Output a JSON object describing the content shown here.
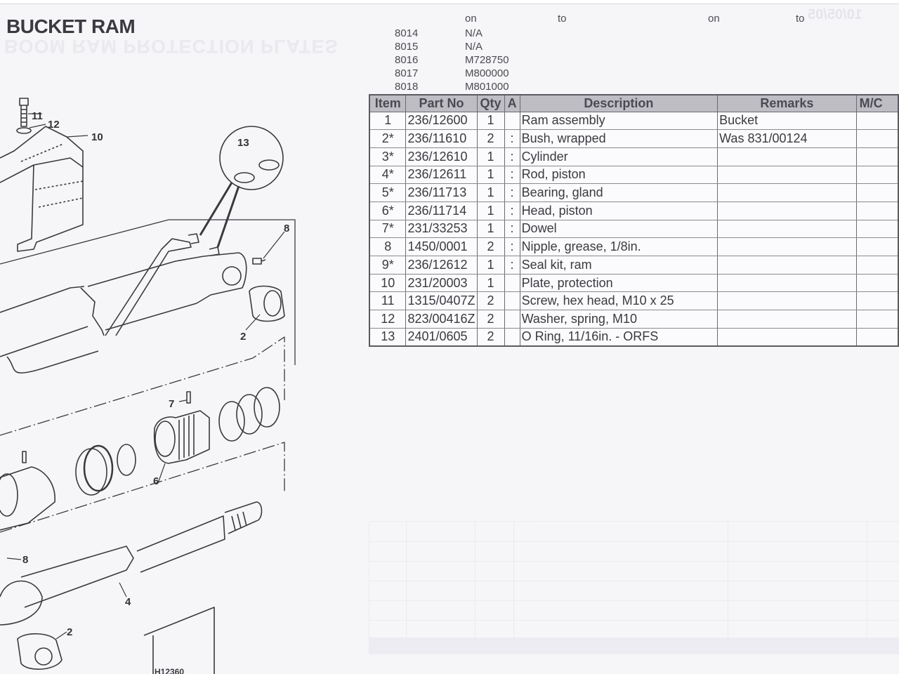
{
  "page": {
    "title": "BUCKET RAM",
    "diagram_code": "H12360"
  },
  "serial_range": {
    "headers": [
      "on",
      "to",
      "on",
      "to"
    ],
    "rows": [
      {
        "model": "8014",
        "from": "N/A"
      },
      {
        "model": "8015",
        "from": "N/A"
      },
      {
        "model": "8016",
        "from": "M728750"
      },
      {
        "model": "8017",
        "from": "M800000"
      },
      {
        "model": "8018",
        "from": "M801000"
      }
    ]
  },
  "parts_table": {
    "columns": [
      "Item",
      "Part No",
      "Qty",
      "A",
      "Description",
      "Remarks",
      "M/C"
    ],
    "rows": [
      {
        "item": "1",
        "part_no": "236/12600",
        "qty": "1",
        "a": "",
        "description": "Ram assembly",
        "remarks": "Bucket",
        "mc": ""
      },
      {
        "item": "2*",
        "part_no": "236/11610",
        "qty": "2",
        "a": ":",
        "description": "Bush, wrapped",
        "remarks": "Was 831/00124",
        "mc": ""
      },
      {
        "item": "3*",
        "part_no": "236/12610",
        "qty": "1",
        "a": ":",
        "description": "Cylinder",
        "remarks": "",
        "mc": ""
      },
      {
        "item": "4*",
        "part_no": "236/12611",
        "qty": "1",
        "a": ":",
        "description": "Rod, piston",
        "remarks": "",
        "mc": ""
      },
      {
        "item": "5*",
        "part_no": "236/11713",
        "qty": "1",
        "a": ":",
        "description": "Bearing, gland",
        "remarks": "",
        "mc": ""
      },
      {
        "item": "6*",
        "part_no": "236/11714",
        "qty": "1",
        "a": ":",
        "description": "Head, piston",
        "remarks": "",
        "mc": ""
      },
      {
        "item": "7*",
        "part_no": "231/33253",
        "qty": "1",
        "a": ":",
        "description": "Dowel",
        "remarks": "",
        "mc": ""
      },
      {
        "item": "8",
        "part_no": "1450/0001",
        "qty": "2",
        "a": ":",
        "description": "Nipple, grease, 1/8in.",
        "remarks": "",
        "mc": ""
      },
      {
        "item": "9*",
        "part_no": "236/12612",
        "qty": "1",
        "a": ":",
        "description": "Seal kit, ram",
        "remarks": "",
        "mc": ""
      },
      {
        "item": "10",
        "part_no": "231/20003",
        "qty": "1",
        "a": "",
        "description": "Plate, protection",
        "remarks": "",
        "mc": ""
      },
      {
        "item": "11",
        "part_no": "1315/0407Z",
        "qty": "2",
        "a": "",
        "description": "Screw, hex head, M10 x 25",
        "remarks": "",
        "mc": ""
      },
      {
        "item": "12",
        "part_no": "823/00416Z",
        "qty": "2",
        "a": "",
        "description": "Washer, spring, M10",
        "remarks": "",
        "mc": ""
      },
      {
        "item": "13",
        "part_no": "2401/0605",
        "qty": "2",
        "a": "",
        "description": "O Ring, 11/16in. - ORFS",
        "remarks": "",
        "mc": ""
      }
    ]
  },
  "diagram_callouts": [
    "11",
    "12",
    "10",
    "13",
    "8",
    "2",
    "7",
    "6",
    "8",
    "4",
    "2"
  ]
}
